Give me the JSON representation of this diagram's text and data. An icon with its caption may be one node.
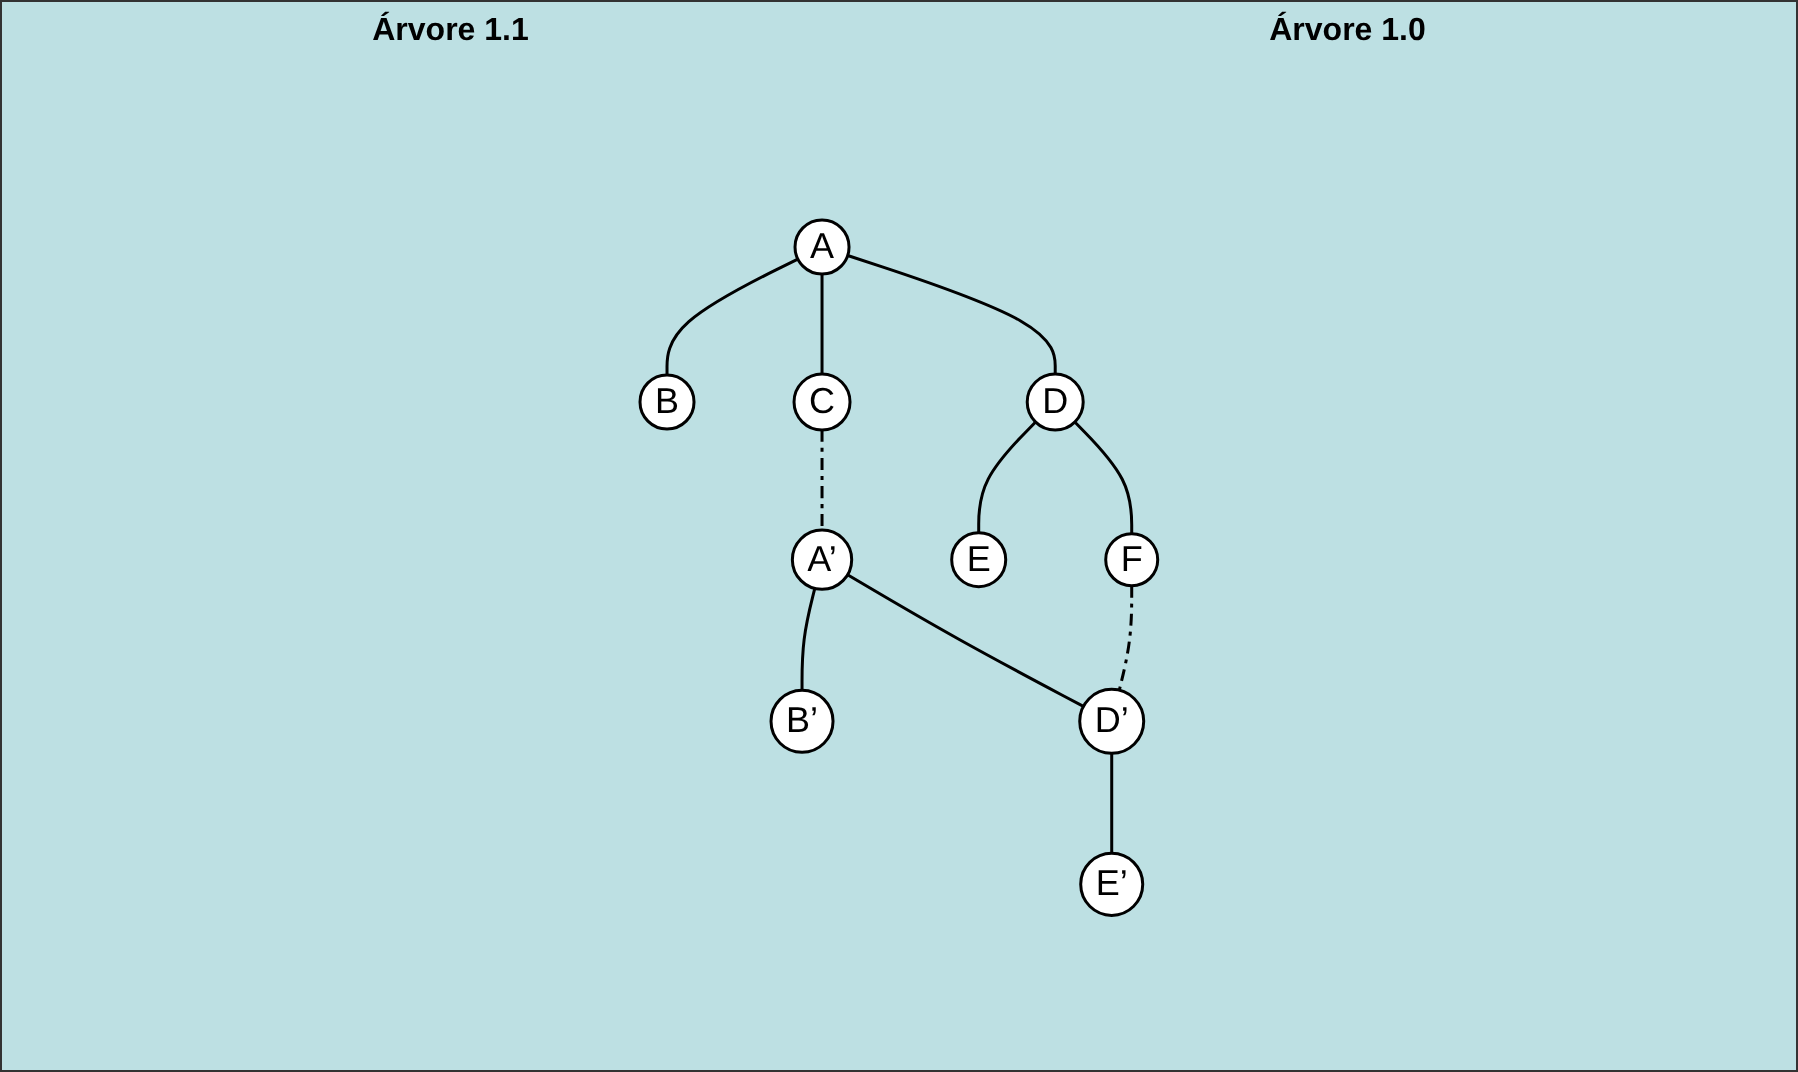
{
  "diagram": {
    "nodes": [
      {
        "text": [
          "A’"
        ]
      },
      {
        "text": [
          "B’"
        ]
      },
      {
        "text": [
          "D’"
        ]
      },
      {
        "text": [
          "E’"
        ]
      },
      {
        "text": [
          "A"
        ]
      },
      {
        "text": [
          "B"
        ]
      },
      {
        "text": [
          "C"
        ]
      },
      {
        "text": [
          "D"
        ]
      },
      {
        "text": [
          "E"
        ]
      },
      {
        "text": [
          "F"
        ]
      }
    ],
    "edges": [
      {
        "from": 0,
        "to": 1,
        "arrow": "none"
      },
      {
        "from": 0,
        "to": 2,
        "arrow": "none"
      },
      {
        "from": 2,
        "to": 3,
        "arrow": "none"
      },
      {
        "from": 4,
        "to": 5,
        "arrow": "none"
      },
      {
        "from": 4,
        "to": 6,
        "arrow": "none"
      },
      {
        "from": 4,
        "to": 7,
        "arrow": "none"
      },
      {
        "from": 7,
        "to": 8,
        "arrow": "none"
      },
      {
        "from": 7,
        "to": 9,
        "arrow": "none"
      },
      {
        "from": 6,
        "to": 0,
        "arrow": "none",
        "style": "dashed"
      },
      {
        "from": 9,
        "to": 2,
        "arrow": "none",
        "style": "dashed"
      }
    ],
    "labels": [
      "Árvore 1.1",
      "Árvore 1.0"
    ]
  }
}
